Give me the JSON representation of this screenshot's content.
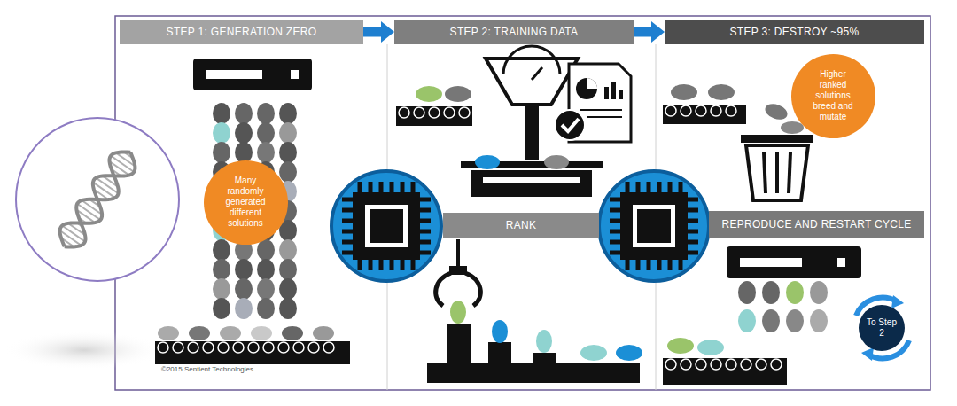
{
  "diagram": {
    "nodes": [
      {
        "text": [
          "STEP 1: GENERATION ZERO"
        ]
      },
      {
        "text": [
          "STEP 2: TRAINING DATA"
        ]
      },
      {
        "text": [
          "STEP 3: DESTROY ~95%"
        ]
      },
      {
        "text": [
          "Many randomly generated different solutions"
        ]
      },
      {
        "text": [
          "RANK"
        ]
      },
      {
        "text": [
          "Higher ranked solutions breed and mutate"
        ]
      },
      {
        "text": [
          "REPRODUCE AND RESTART CYCLE"
        ]
      },
      {
        "text": [
          "To Step 2"
        ]
      }
    ],
    "edges": [
      {
        "from": 0,
        "to": 1,
        "arrow": "to"
      },
      {
        "from": 1,
        "to": 2,
        "arrow": "to"
      }
    ],
    "labels": [
      "©2015 Sentient Technologies"
    ]
  }
}
